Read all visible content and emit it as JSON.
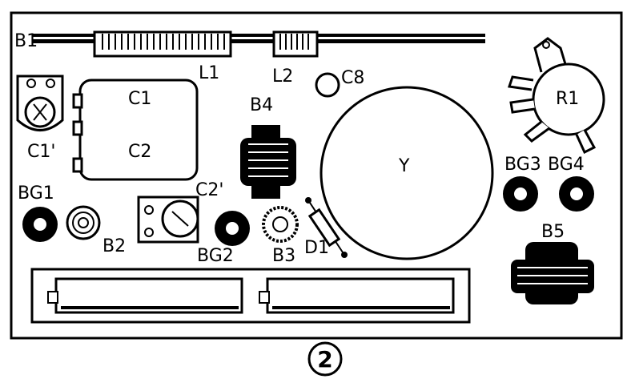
{
  "labels": {
    "b1": "B1",
    "l1": "L1",
    "l2": "L2",
    "c8": "C8",
    "c1": "C1",
    "c2": "C2",
    "c1p": "C1'",
    "c2p": "C2'",
    "b4": "B4",
    "y": "Y",
    "r1": "R1",
    "bg1": "BG1",
    "bg2": "BG2",
    "bg3": "BG3",
    "bg4": "BG4",
    "b2": "B2",
    "b3": "B3",
    "d1": "D1",
    "b5": "B5"
  },
  "figure_number": "2"
}
